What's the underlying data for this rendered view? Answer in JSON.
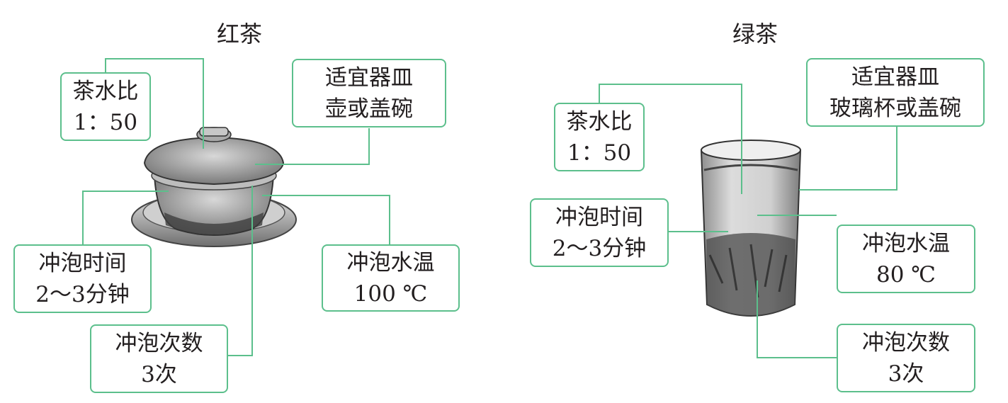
{
  "panels": [
    {
      "title": "红茶",
      "ratio": {
        "label": "茶水比",
        "value": "1：50"
      },
      "vessel": {
        "label": "适宜器皿",
        "value": "壶或盖碗"
      },
      "time": {
        "label": "冲泡时间",
        "value": "2～3分钟"
      },
      "temp": {
        "label": "冲泡水温",
        "value": "100 ℃"
      },
      "count": {
        "label": "冲泡次数",
        "value": "3次"
      }
    },
    {
      "title": "绿茶",
      "ratio": {
        "label": "茶水比",
        "value": "1：50"
      },
      "vessel": {
        "label": "适宜器皿",
        "value": "玻璃杯或盖碗"
      },
      "time": {
        "label": "冲泡时间",
        "value": "2～3分钟"
      },
      "temp": {
        "label": "冲泡水温",
        "value": "80 ℃"
      },
      "count": {
        "label": "冲泡次数",
        "value": "3次"
      }
    }
  ],
  "colors": {
    "box_border": "#5cbf8c",
    "line": "#5cbf8c",
    "text": "#231f20"
  }
}
